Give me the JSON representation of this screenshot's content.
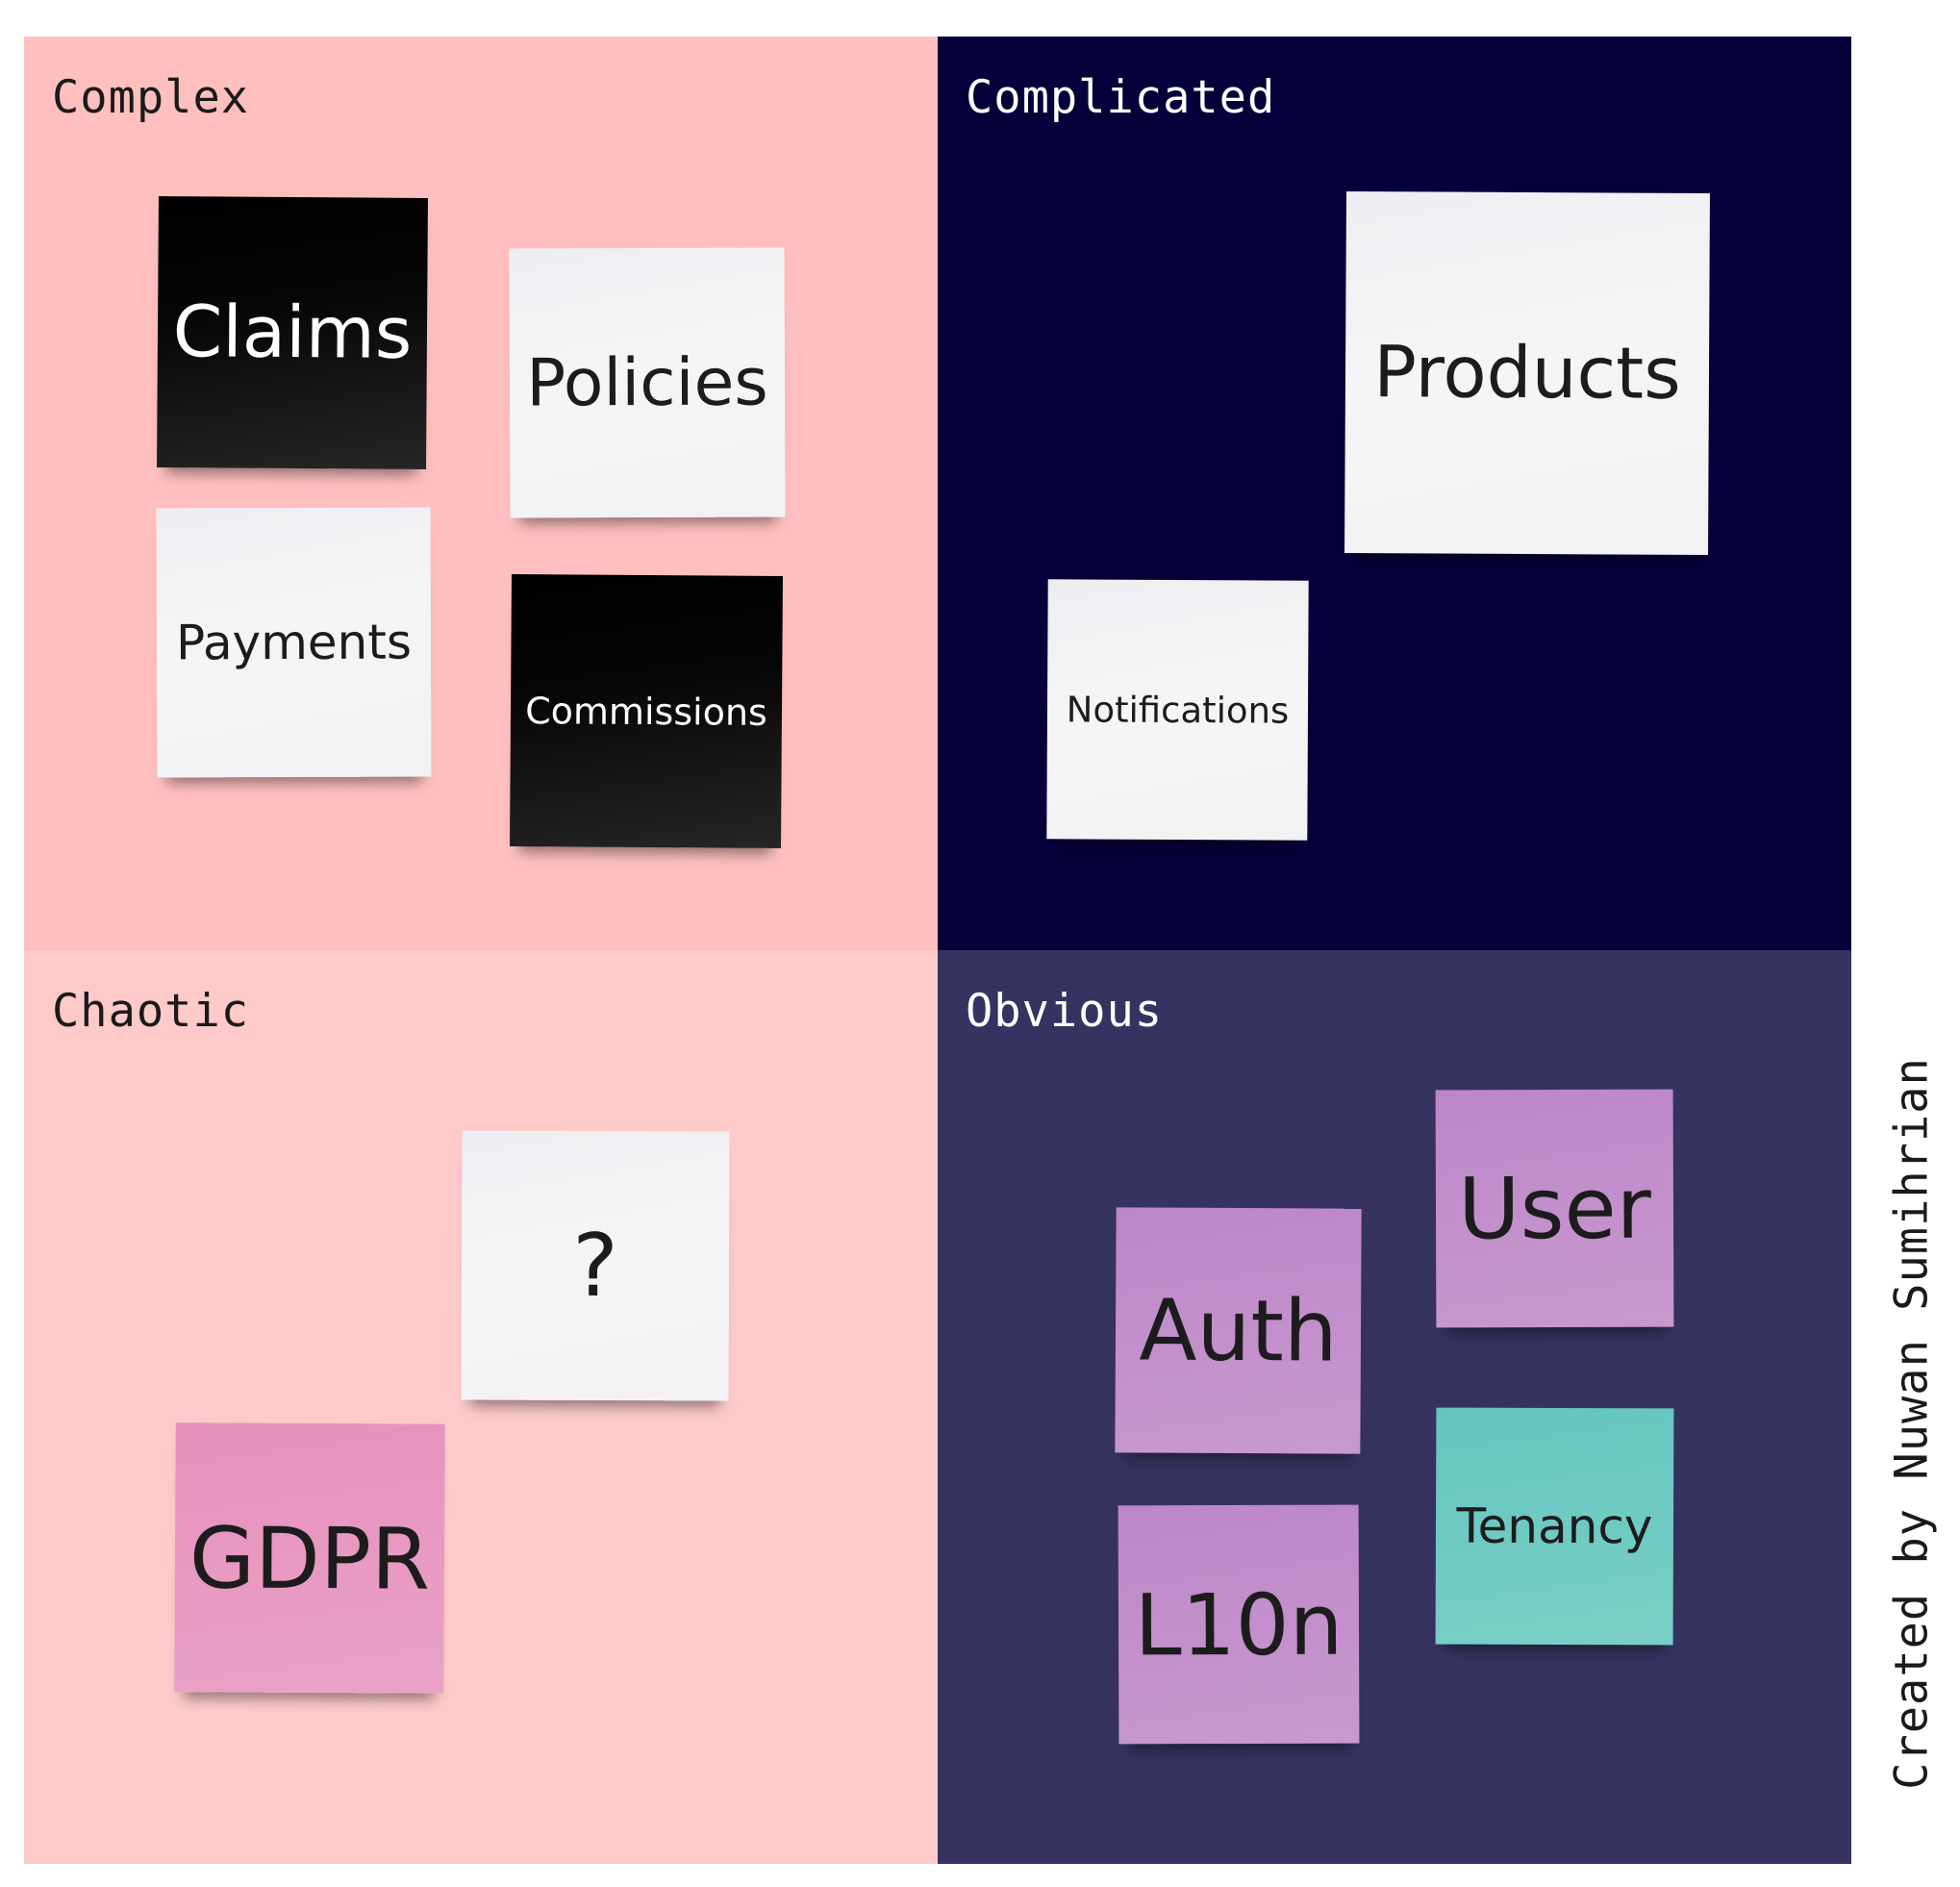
{
  "quadrants": {
    "complex": {
      "title": "Complex",
      "notes": {
        "claims": "Claims",
        "policies": "Policies",
        "payments": "Payments",
        "commissions": "Commissions"
      }
    },
    "complicated": {
      "title": "Complicated",
      "notes": {
        "products": "Products",
        "notifications": "Notifications"
      }
    },
    "chaotic": {
      "title": "Chaotic",
      "notes": {
        "question": "?",
        "gdpr": "GDPR"
      }
    },
    "obvious": {
      "title": "Obvious",
      "notes": {
        "user": "User",
        "auth": "Auth",
        "l10n": "L10n",
        "tenancy": "Tenancy"
      }
    }
  },
  "credit": "Created by Nuwan Sumihrian",
  "colors": {
    "complex_bg": "#ffbfbf",
    "complicated_bg": "#06003a",
    "chaotic_bg": "#fdc9c9",
    "obvious_bg": "#363361",
    "note_white": "#f3f3f5",
    "note_black": "#0a0a0a",
    "note_pink": "#e898c1",
    "note_purple": "#c28fcb",
    "note_teal": "#6ecac3"
  }
}
